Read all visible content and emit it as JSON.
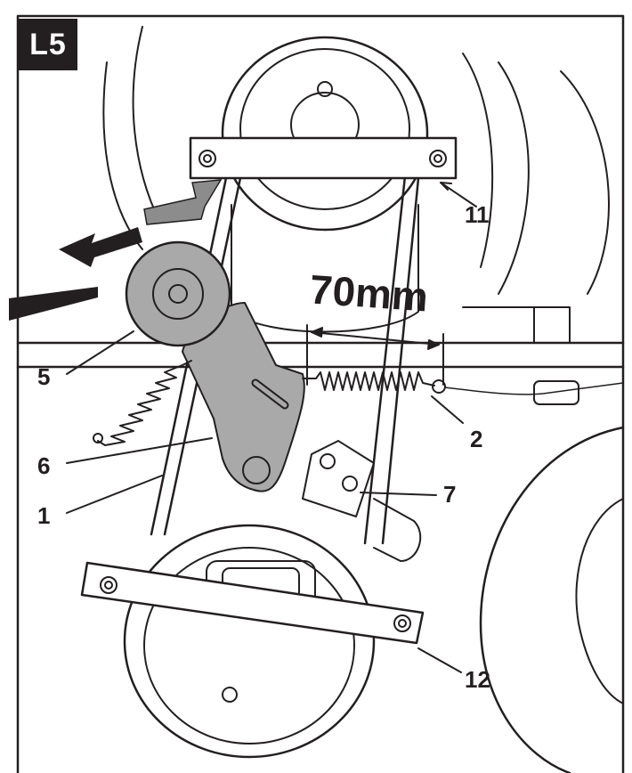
{
  "figure": {
    "step_label": "L5",
    "dimension": "70mm",
    "callouts": [
      {
        "id": "c11",
        "label": "11"
      },
      {
        "id": "c5",
        "label": "5"
      },
      {
        "id": "c2",
        "label": "2"
      },
      {
        "id": "c6",
        "label": "6"
      },
      {
        "id": "c7",
        "label": "7"
      },
      {
        "id": "c1",
        "label": "1"
      },
      {
        "id": "c12",
        "label": "12"
      }
    ]
  }
}
